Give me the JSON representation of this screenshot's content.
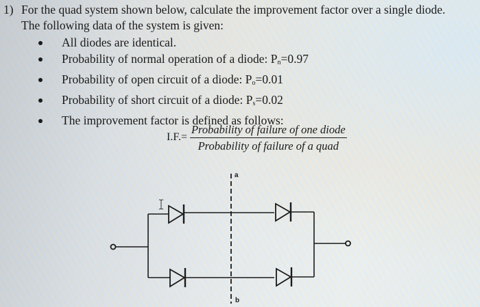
{
  "problem": {
    "number": "1)",
    "intro_line1": "For the quad system shown below, calculate the improvement factor over a single diode.",
    "intro_line2": "The following data of the system is given:",
    "bullets": [
      {
        "text": "All diodes are identical."
      },
      {
        "prefix": "Probability of normal operation of a diode: P",
        "sub": "n",
        "suffix": "=0.97"
      },
      {
        "prefix": "Probability of open circuit of a diode: P",
        "sub": "o",
        "suffix": "=0.01"
      },
      {
        "prefix": "Probability of short circuit of a diode: P",
        "sub": "s",
        "suffix": "=0.02"
      },
      {
        "text": "The improvement factor is defined as follows:"
      }
    ]
  },
  "formula": {
    "label": "I.F.=",
    "numerator": "Probability of  failure of one diode",
    "denominator": "Probability of  failure of  a quad"
  },
  "circuit": {
    "cut_label_top": "a",
    "cut_label_bottom": "b",
    "cursor_icon": "text-cursor-icon",
    "diodes": [
      {
        "id": "top-left",
        "direction": "right"
      },
      {
        "id": "top-right",
        "direction": "right"
      },
      {
        "id": "bottom-left",
        "direction": "right"
      },
      {
        "id": "bottom-right",
        "direction": "right"
      }
    ],
    "terminals": [
      "left-input",
      "right-output"
    ]
  }
}
